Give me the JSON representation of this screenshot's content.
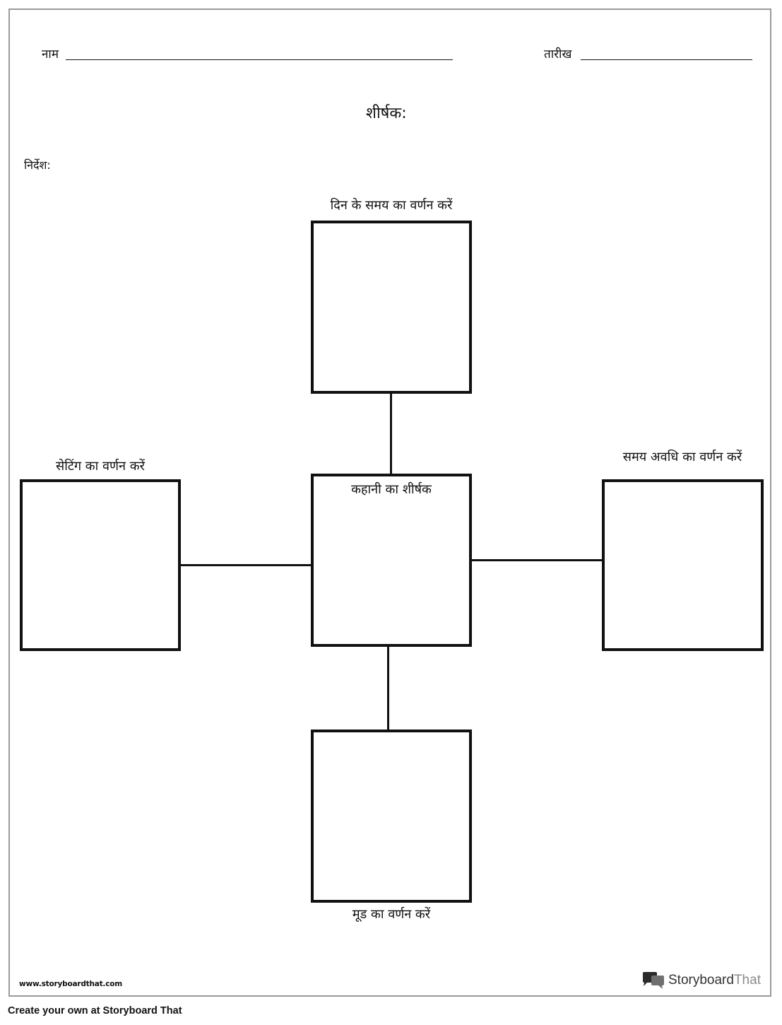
{
  "header": {
    "name_label": "नाम",
    "date_label": "तारीख"
  },
  "title_label": "शीर्षक:",
  "directions_label": "निर्देश:",
  "diagram": {
    "top_label": "दिन के समय का वर्णन करें",
    "left_label": "सेटिंग का वर्णन करें",
    "right_label": "समय अवधि का वर्णन करें",
    "center_label": "कहानी का शीर्षक",
    "bottom_label": "मूड का वर्णन करें"
  },
  "footer": {
    "url": "www.storyboardthat.com",
    "logo_text_bold": "Storyboard",
    "logo_text_light": "That",
    "logo_icon": "speech-bubbles-icon",
    "cta": "Create your own at Storyboard That"
  }
}
